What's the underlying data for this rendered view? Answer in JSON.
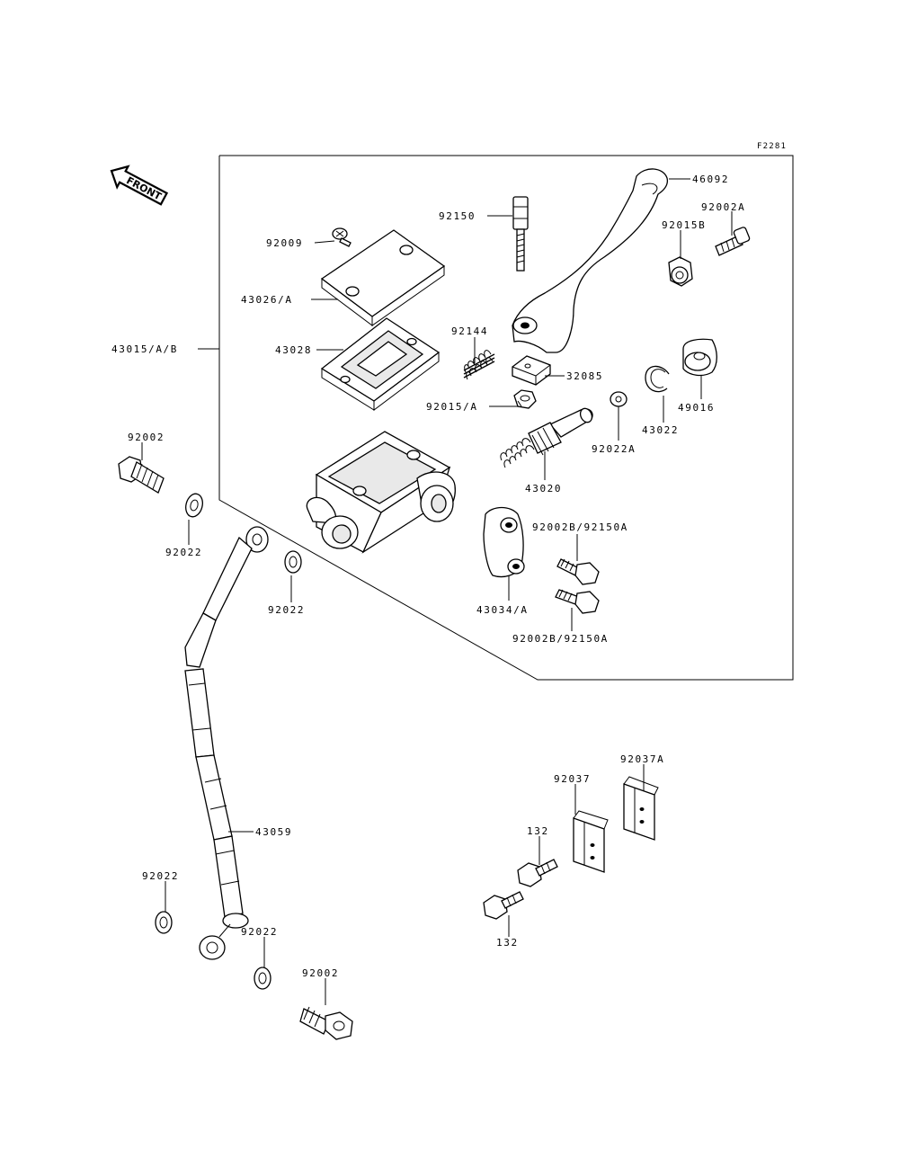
{
  "figure_id": "F2281",
  "front_label": "FRONT",
  "labels": {
    "l46092": "46092",
    "l92150": "92150",
    "l92002A": "92002A",
    "l92015B": "92015B",
    "l92009": "92009",
    "l43026": "43026/A",
    "l43015": "43015/A/B",
    "l43028": "43028",
    "l92144": "92144",
    "l32085": "32085",
    "l92015A": "92015/A",
    "l43022": "43022",
    "l49016": "49016",
    "l92022A": "92022A",
    "l43020": "43020",
    "l92002_top": "92002",
    "l92022_a": "92022",
    "l92022_b": "92022",
    "l92002B_1": "92002B/92150A",
    "l43034": "43034/A",
    "l92002B_2": "92002B/92150A",
    "l43059": "43059",
    "l92037A": "92037A",
    "l92037": "92037",
    "l132_a": "132",
    "l132_b": "132",
    "l92022_c": "92022",
    "l92022_d": "92022",
    "l92002_bot": "92002"
  },
  "parts": {
    "lever": "lever-icon",
    "adjuster_bolt": "adjuster-bolt-icon",
    "pivot_bolt": "pivot-bolt-icon",
    "collar": "collar-icon",
    "screw": "screw-icon",
    "cap": "reservoir-cap-icon",
    "diaphragm": "diaphragm-icon",
    "spring": "spring-icon",
    "bracket": "bracket-icon",
    "nut": "nut-icon",
    "circlip": "circlip-icon",
    "boot": "boot-icon",
    "washer": "washer-icon",
    "piston": "piston-icon",
    "master_cylinder": "master-cylinder-icon",
    "banjo_bolt": "banjo-bolt-icon",
    "clamp": "clamp-icon",
    "hose": "brake-hose-icon",
    "hose_clamp": "hose-clamp-icon"
  }
}
